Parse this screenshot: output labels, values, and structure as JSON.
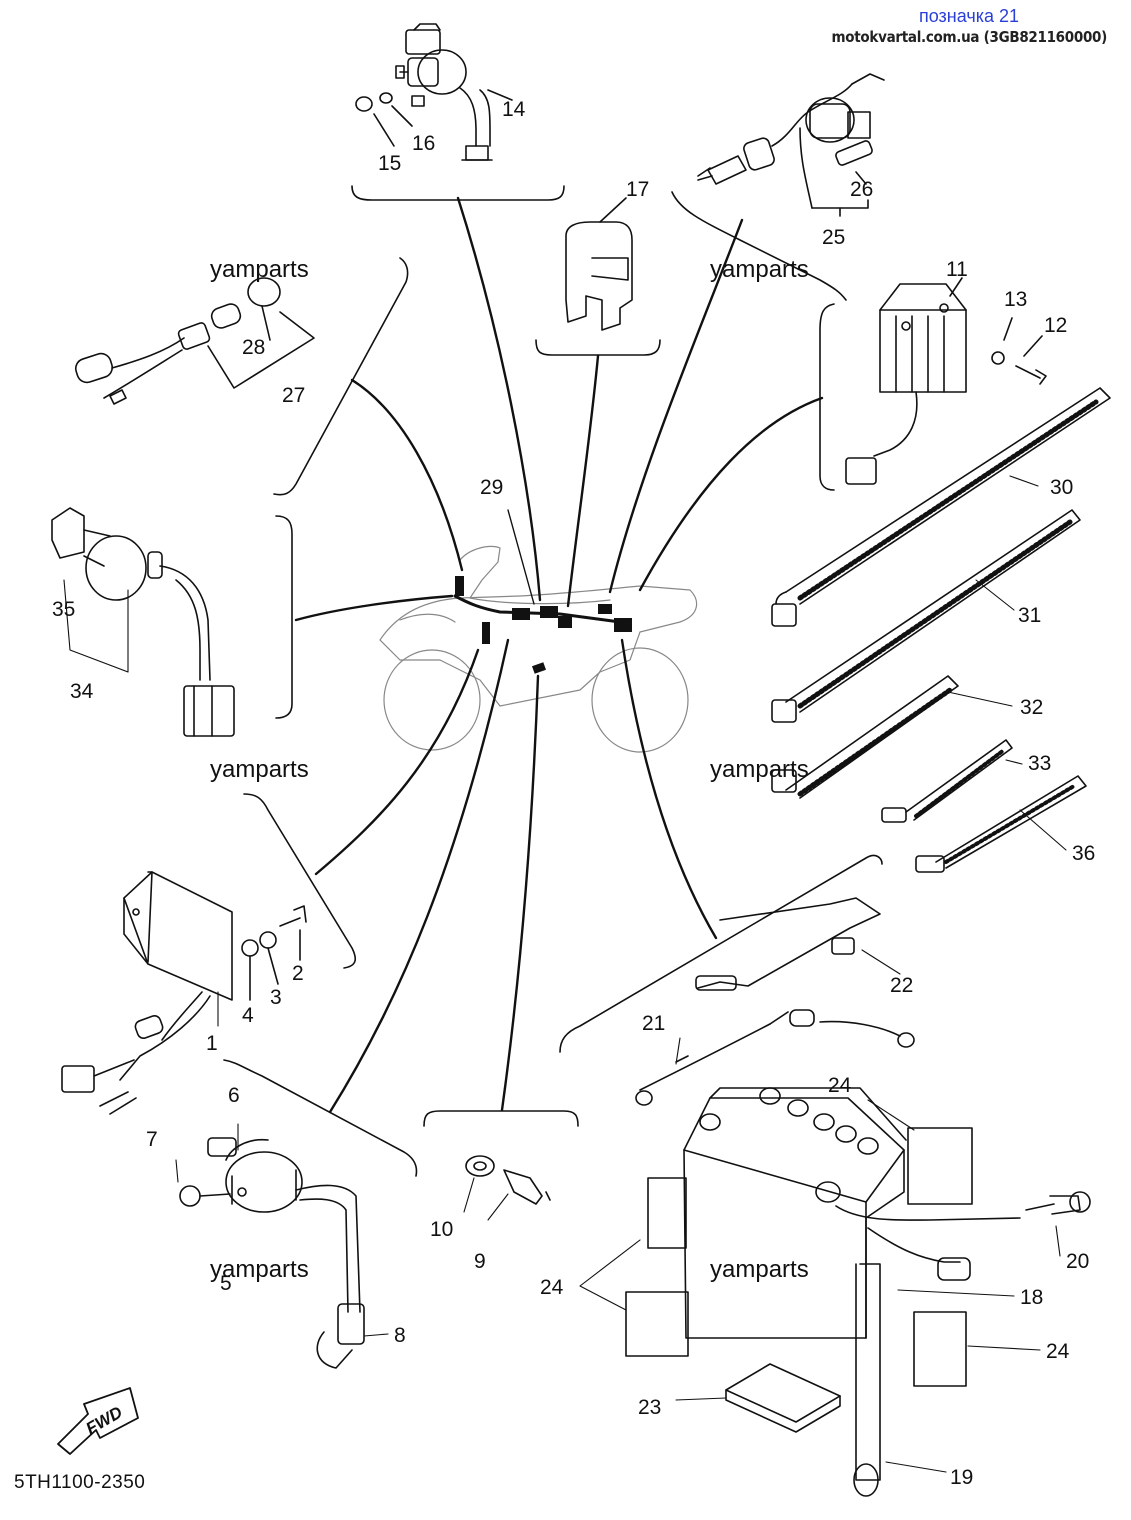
{
  "header": {
    "title": "позначка 21",
    "source": "motokvartal.com.ua (3GB821160000)"
  },
  "watermark": "yamparts",
  "diagram_code": "5TH1100-2350",
  "fwd_label": "FWD",
  "parts": {
    "p1": "1",
    "p2": "2",
    "p3": "3",
    "p4": "4",
    "p5": "5",
    "p6": "6",
    "p7": "7",
    "p8": "8",
    "p9": "9",
    "p10": "10",
    "p11": "11",
    "p12": "12",
    "p13": "13",
    "p14": "14",
    "p15": "15",
    "p16": "16",
    "p17": "17",
    "p18": "18",
    "p19": "19",
    "p20": "20",
    "p21": "21",
    "p22": "22",
    "p23": "23",
    "p24": "24",
    "p25": "25",
    "p26": "26",
    "p27": "27",
    "p28": "28",
    "p29": "29",
    "p30": "30",
    "p31": "31",
    "p32": "32",
    "p33": "33",
    "p34": "34",
    "p35": "35",
    "p36": "36"
  },
  "colors": {
    "line": "#111111",
    "header_blue": "#2a3fd6"
  }
}
